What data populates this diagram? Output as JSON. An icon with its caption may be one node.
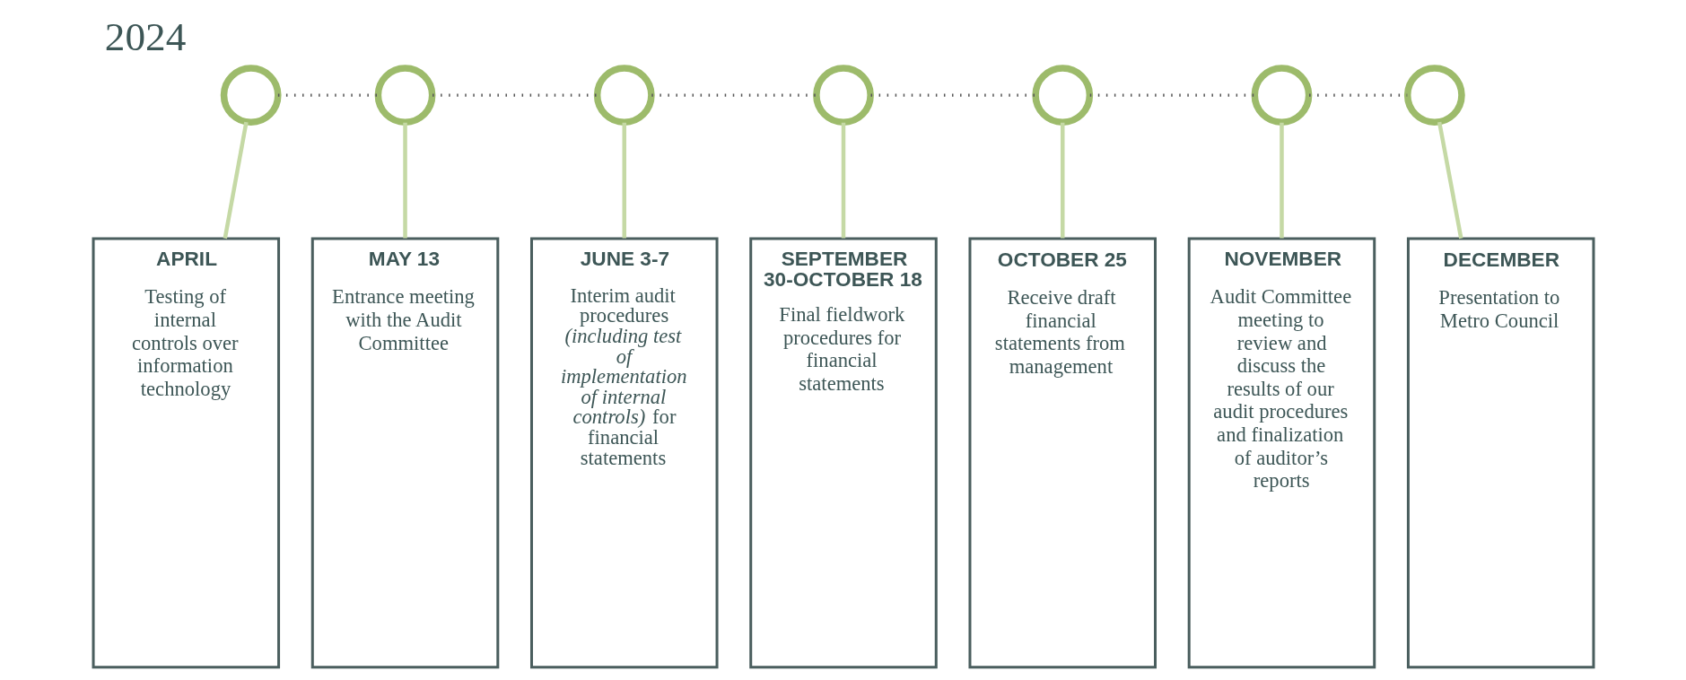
{
  "diagram": {
    "title": "2024",
    "nodes": [
      {
        "text": [],
        "shape": "circle"
      },
      {
        "text": [],
        "shape": "circle"
      },
      {
        "text": [],
        "shape": "circle"
      },
      {
        "text": [],
        "shape": "circle"
      },
      {
        "text": [],
        "shape": "circle"
      },
      {
        "text": [],
        "shape": "circle"
      },
      {
        "text": [],
        "shape": "circle"
      },
      {
        "text": [
          "APRIL",
          "Testing of internal controls over information technology"
        ]
      },
      {
        "text": [
          "MAY 13",
          "Entrance meeting with the Audit Committee"
        ]
      },
      {
        "text": [
          "JUNE 3-7",
          "Interim audit procedures *(including test of implementation of internal controls)* for financial statements"
        ]
      },
      {
        "text": [
          "SEPTEMBER 30-OCTOBER 18",
          "Final fieldwork procedures for financial statements"
        ]
      },
      {
        "text": [
          "OCTOBER 25",
          "Receive draft financial statements from management"
        ]
      },
      {
        "text": [
          "NOVEMBER",
          "Audit Committee meeting to review and discuss the results of our audit procedures and finalization of auditor’s reports"
        ]
      },
      {
        "text": [
          "DECEMBER",
          "Presentation to Metro Council"
        ]
      }
    ],
    "edges": [
      {
        "from": 0,
        "to": 1,
        "arrow": "none",
        "style": "dashed",
        "color": "#555555"
      },
      {
        "from": 1,
        "to": 2,
        "arrow": "none",
        "style": "dashed",
        "color": "#555555"
      },
      {
        "from": 2,
        "to": 3,
        "arrow": "none",
        "style": "dashed",
        "color": "#555555"
      },
      {
        "from": 3,
        "to": 4,
        "arrow": "none",
        "style": "dashed",
        "color": "#555555"
      },
      {
        "from": 4,
        "to": 5,
        "arrow": "none",
        "style": "dashed",
        "color": "#555555"
      },
      {
        "from": 5,
        "to": 6,
        "arrow": "none",
        "style": "dashed",
        "color": "#555555"
      },
      {
        "from": 0,
        "to": 7,
        "arrow": "none"
      },
      {
        "from": 1,
        "to": 8,
        "arrow": "none"
      },
      {
        "from": 2,
        "to": 9,
        "arrow": "none"
      },
      {
        "from": 3,
        "to": 10,
        "arrow": "none"
      },
      {
        "from": 4,
        "to": 11,
        "arrow": "none"
      },
      {
        "from": 5,
        "to": 12,
        "arrow": "none"
      },
      {
        "from": 6,
        "to": 13,
        "arrow": "none"
      }
    ]
  }
}
